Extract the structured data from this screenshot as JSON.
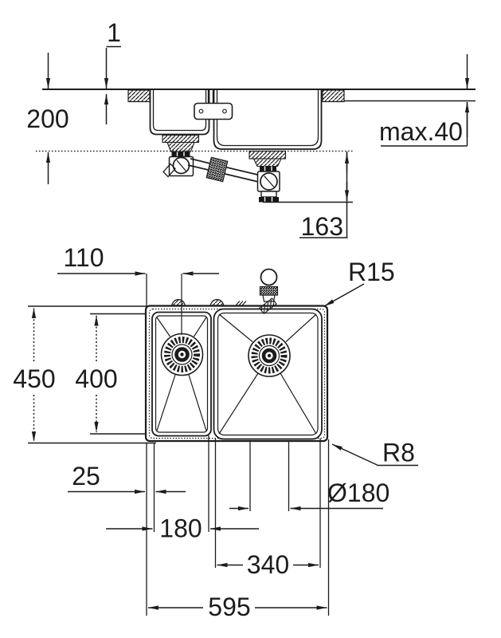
{
  "colors": {
    "line": "#1c1c1c",
    "background": "#ffffff"
  },
  "labels": {
    "rim_height": "1",
    "bowl_depth": "200",
    "max_counter_thickness": "max.40",
    "waste_height": "163",
    "drain_offset_left": "110",
    "outer_depth": "450",
    "bowl_inner_depth": "400",
    "left_edge_gap": "25",
    "small_bowl_width": "180",
    "drain_diameter": "Ø180",
    "large_bowl_width": "340",
    "overall_width": "595",
    "inner_corner_radius": "R15",
    "outer_corner_radius": "R8"
  }
}
